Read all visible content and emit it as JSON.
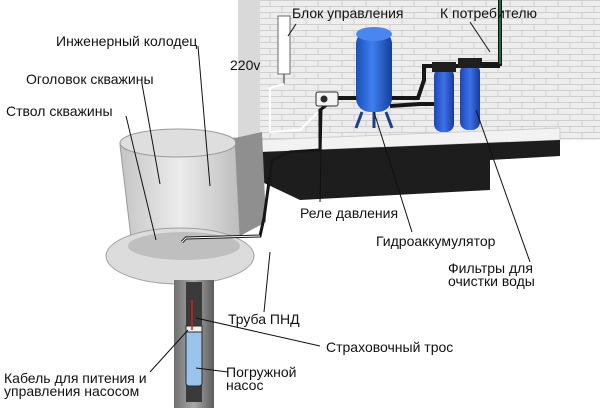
{
  "labels": {
    "control_unit": "Блок управления",
    "to_consumer": "К потребителю",
    "engineering_well": "Инженерный колодец",
    "voltage": "220v",
    "well_head": "Оголовок скважины",
    "well_shaft": "Ствол скважины",
    "pressure_relay": "Реле давления",
    "hydro_accumulator": "Гидроаккумулятор",
    "filters_line1": "Фильтры для",
    "filters_line2": "очистки воды",
    "pnd_pipe": "Труба ПНД",
    "safety_rope": "Страховочный трос",
    "pump_line1": "Погружной",
    "pump_line2": "насос",
    "cable_line1": "Кабель для питения и",
    "cable_line2": "управления насосом"
  },
  "colors": {
    "tank_blue": "#1f5fd6",
    "filter_blue": "#2a56c9",
    "wall_gray": "#e4e4e4",
    "shelf_dark": "#1d1d1d",
    "pipe_black": "#161616",
    "concrete": "#cfcfcf"
  },
  "icons": [
    "control-box-icon",
    "pressure-tank-icon",
    "water-filter-icon",
    "submersible-pump-icon",
    "pressure-relay-icon"
  ]
}
